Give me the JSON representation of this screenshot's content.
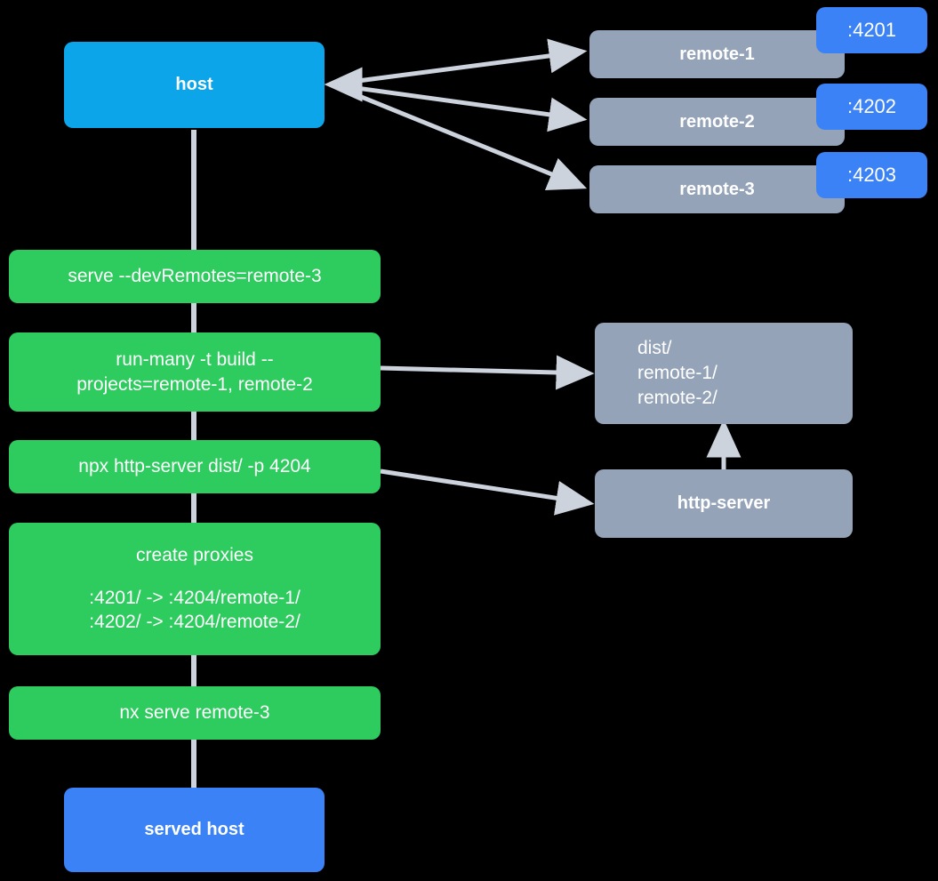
{
  "diagram": {
    "title": "Nx module federation host and remotes serve flow",
    "background": "#000000",
    "edge_color": "#ccd3dd",
    "colors": {
      "host": "#0ca5e9",
      "served_host": "#3b82f6",
      "remote": "#94a3b8",
      "command": "#2ecb5f",
      "artifact": "#94a3b8",
      "badge": "#3b82f6",
      "text": "#ffffff"
    }
  },
  "nodes": {
    "host": {
      "label": "host"
    },
    "served_host": {
      "label": "served host"
    },
    "remotes": [
      {
        "label": "remote-1",
        "port": ":4201"
      },
      {
        "label": "remote-2",
        "port": ":4202"
      },
      {
        "label": "remote-3",
        "port": ":4203"
      }
    ],
    "commands": [
      {
        "label": "serve --devRemotes=remote-3"
      },
      {
        "label": "run-many -t build --\nprojects=remote-1, remote-2"
      },
      {
        "label": "npx http-server dist/ -p 4204"
      },
      {
        "title": "create proxies",
        "line1": ":4201/ -> :4204/remote-1/",
        "line2": ":4202/ -> :4204/remote-2/"
      },
      {
        "label": "nx serve remote-3"
      }
    ],
    "artifacts": {
      "dist": {
        "root": "dist/",
        "child1": "remote-1/",
        "child2": "remote-2/"
      },
      "http_server": {
        "label": "http-server"
      }
    }
  },
  "edges": [
    {
      "from": "host",
      "to": "remote-1"
    },
    {
      "from": "host",
      "to": "remote-2"
    },
    {
      "from": "host",
      "to": "remote-3"
    },
    {
      "from": "run-many",
      "to": "dist"
    },
    {
      "from": "npx-http-server",
      "to": "http-server"
    },
    {
      "from": "http-server",
      "to": "dist"
    }
  ]
}
